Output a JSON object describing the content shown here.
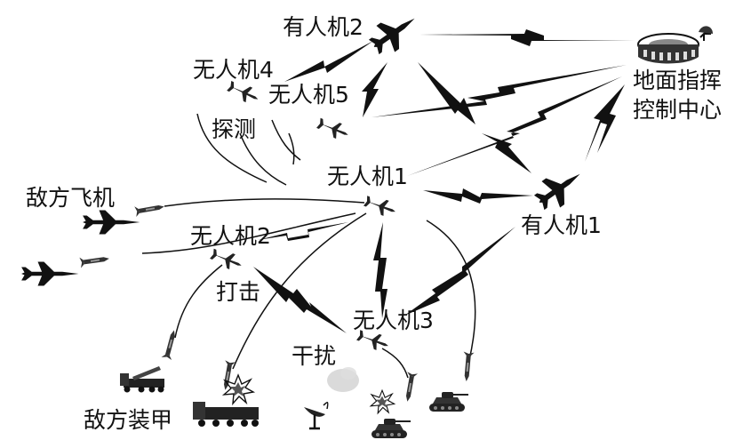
{
  "labels": {
    "manned2": "有人机2",
    "manned1": "有人机1",
    "uav1": "无人机1",
    "uav2": "无人机2",
    "uav3": "无人机3",
    "uav4": "无人机4",
    "uav5": "无人机5",
    "ground_line1": "地面指挥",
    "ground_line2": "控制中心",
    "detect": "探测",
    "strike": "打击",
    "jam": "干扰",
    "enemy_aircraft": "敌方飞机",
    "enemy_armor": "敌方装甲"
  },
  "icons": {
    "manned": "fighter-jet-icon",
    "uav": "drone-icon",
    "ground": "stadium-command-center-icon",
    "link": "lightning-bolt-icon",
    "missile": "missile-icon",
    "launcher": "missile-launcher-truck-icon",
    "tank": "tank-icon",
    "radar": "radar-dish-icon",
    "explosion": "explosion-icon"
  },
  "colors": {
    "ink": "#111111",
    "background": "#ffffff"
  }
}
